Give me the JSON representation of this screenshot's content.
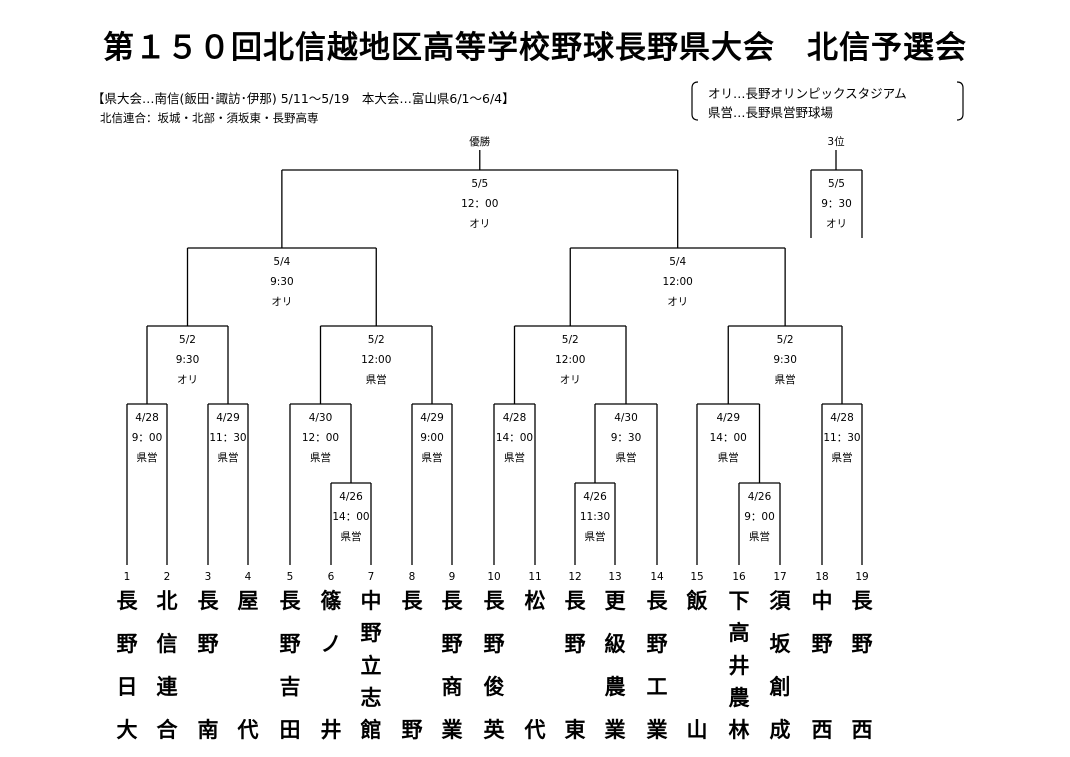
{
  "title": "第１５０回北信越地区高等学校野球長野県大会　北信予選会",
  "info": {
    "line1": "【県大会…南信(飯田･諏訪･伊那) 5/11～5/19　本大会…富山県6/1～6/4】",
    "line2": "北信連合：坂城・北部・須坂東・長野高専"
  },
  "venues": [
    "オリ…長野オリンピックスタジアム",
    "県営…長野県営野球場"
  ],
  "labels": {
    "champion": "優勝",
    "third": "3位"
  },
  "games": [
    {
      "id": "final",
      "lines": [
        "5/5",
        "12：00",
        "オリ"
      ]
    },
    {
      "id": "third",
      "lines": [
        "5/5",
        "9：30",
        "オリ"
      ]
    },
    {
      "id": "sf1",
      "lines": [
        "5/4",
        "9:30",
        "オリ"
      ]
    },
    {
      "id": "sf2",
      "lines": [
        "5/4",
        "12:00",
        "オリ"
      ]
    },
    {
      "id": "qf1",
      "lines": [
        "5/2",
        "9:30",
        "オリ"
      ]
    },
    {
      "id": "qf2",
      "lines": [
        "5/2",
        "12:00",
        "県営"
      ]
    },
    {
      "id": "qf3",
      "lines": [
        "5/2",
        "12:00",
        "オリ"
      ]
    },
    {
      "id": "qf4",
      "lines": [
        "5/2",
        "9:30",
        "県営"
      ]
    },
    {
      "id": "r2_1",
      "lines": [
        "4/28",
        "9：00",
        "県営"
      ]
    },
    {
      "id": "r2_2",
      "lines": [
        "4/29",
        "11：30",
        "県営"
      ]
    },
    {
      "id": "r2_3",
      "lines": [
        "4/30",
        "12：00",
        "県営"
      ]
    },
    {
      "id": "r2_4",
      "lines": [
        "4/29",
        "9:00",
        "県営"
      ]
    },
    {
      "id": "r2_5",
      "lines": [
        "4/28",
        "14：00",
        "県営"
      ]
    },
    {
      "id": "r2_6",
      "lines": [
        "4/30",
        "9：30",
        "県営"
      ]
    },
    {
      "id": "r2_7",
      "lines": [
        "4/29",
        "14：00",
        "県営"
      ]
    },
    {
      "id": "r2_8",
      "lines": [
        "4/28",
        "11：30",
        "県営"
      ]
    },
    {
      "id": "r1_1",
      "lines": [
        "4/26",
        "14：00",
        "県営"
      ]
    },
    {
      "id": "r1_2",
      "lines": [
        "4/26",
        "11:30",
        "県営"
      ]
    },
    {
      "id": "r1_3",
      "lines": [
        "4/26",
        "9：00",
        "県営"
      ]
    }
  ],
  "teams": [
    {
      "no": "1",
      "name": [
        "長",
        "野",
        "日",
        "大"
      ]
    },
    {
      "no": "2",
      "name": [
        "北",
        "信",
        "連",
        "合"
      ]
    },
    {
      "no": "3",
      "name": [
        "長",
        "野",
        "",
        "南"
      ]
    },
    {
      "no": "4",
      "name": [
        "屋",
        "",
        "",
        "代"
      ]
    },
    {
      "no": "5",
      "name": [
        "長",
        "野",
        "吉",
        "田"
      ]
    },
    {
      "no": "6",
      "name": [
        "篠",
        "ノ",
        "",
        "井"
      ]
    },
    {
      "no": "7",
      "name": [
        "中",
        "野",
        "立",
        "志",
        "館"
      ]
    },
    {
      "no": "8",
      "name": [
        "長",
        "",
        "",
        "野"
      ]
    },
    {
      "no": "9",
      "name": [
        "長",
        "野",
        "商",
        "業"
      ]
    },
    {
      "no": "10",
      "name": [
        "長",
        "野",
        "俊",
        "英"
      ]
    },
    {
      "no": "11",
      "name": [
        "松",
        "",
        "",
        "代"
      ]
    },
    {
      "no": "12",
      "name": [
        "長",
        "野",
        "",
        "東"
      ]
    },
    {
      "no": "13",
      "name": [
        "更",
        "級",
        "農",
        "業"
      ]
    },
    {
      "no": "14",
      "name": [
        "長",
        "野",
        "工",
        "業"
      ]
    },
    {
      "no": "15",
      "name": [
        "飯",
        "",
        "",
        "山"
      ]
    },
    {
      "no": "16",
      "name": [
        "下",
        "高",
        "井",
        "農",
        "林"
      ]
    },
    {
      "no": "17",
      "name": [
        "須",
        "坂",
        "創",
        "成"
      ]
    },
    {
      "no": "18",
      "name": [
        "中",
        "野",
        "",
        "西"
      ]
    },
    {
      "no": "19",
      "name": [
        "長",
        "野",
        "",
        "西"
      ]
    }
  ]
}
